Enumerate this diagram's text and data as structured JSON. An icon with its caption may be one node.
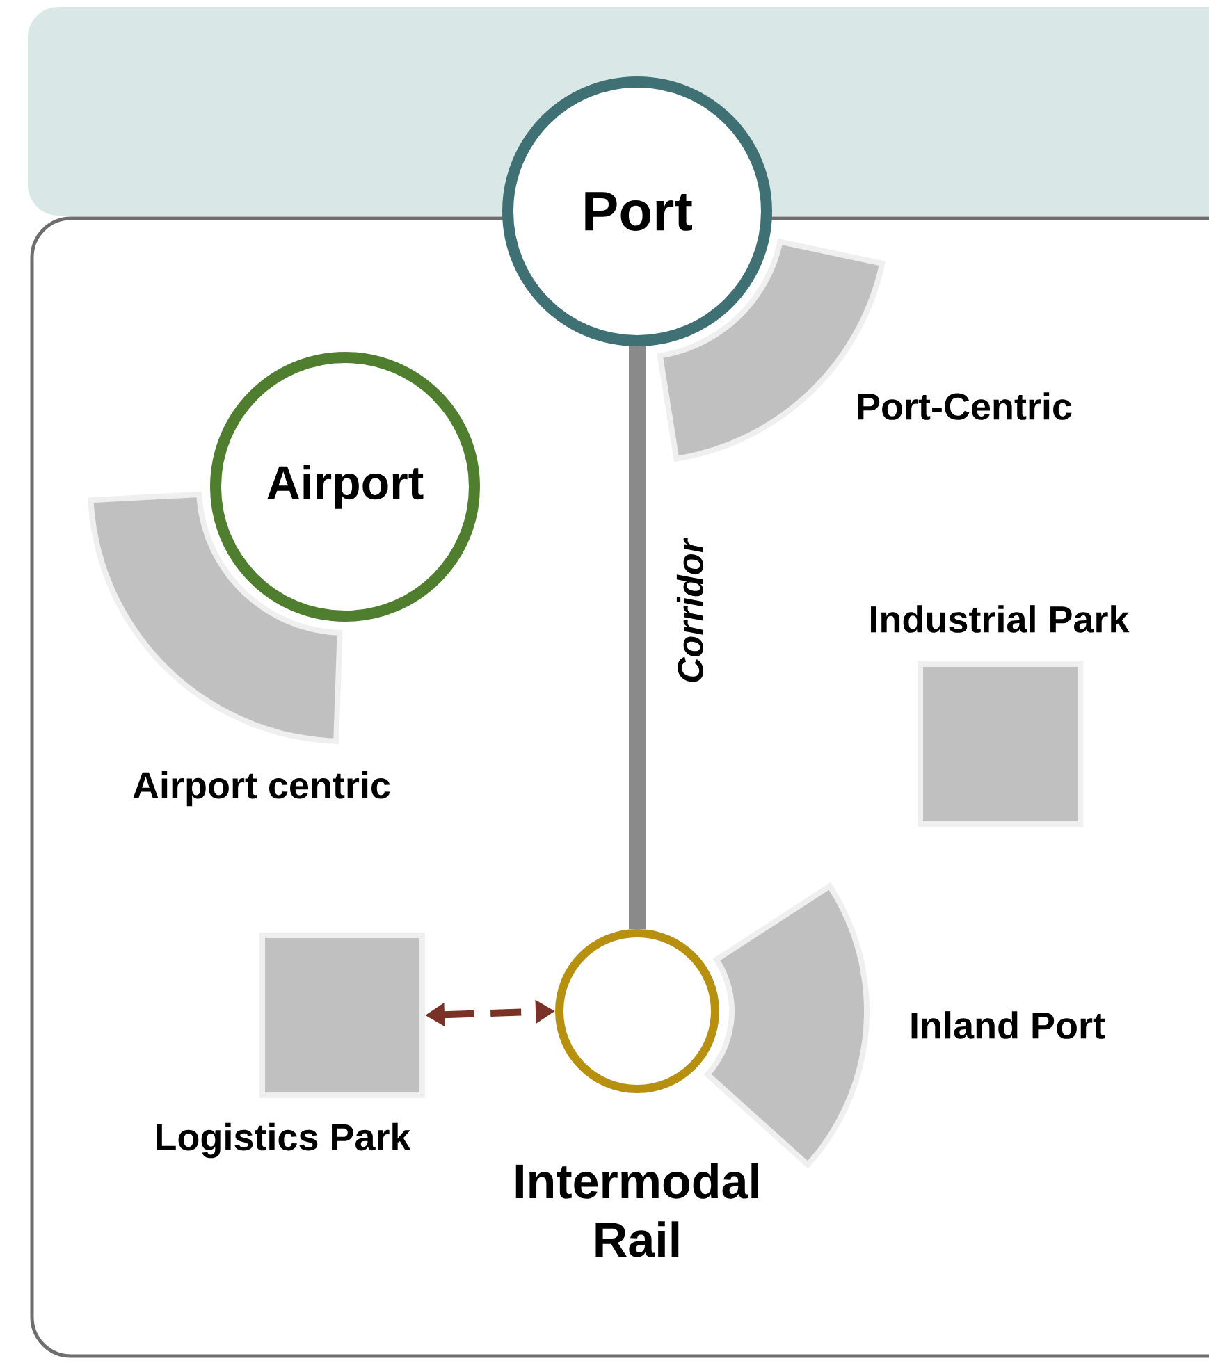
{
  "diagram": {
    "nodes": [
      {
        "text": [
          "Port"
        ]
      },
      {
        "text": [
          "Airport"
        ]
      },
      {
        "text": [
          "Intermodal Rail"
        ]
      },
      {
        "text": [
          "Port-Centric"
        ]
      },
      {
        "text": [
          "Airport centric"
        ]
      },
      {
        "text": [
          "Industrial Park"
        ]
      },
      {
        "text": [
          "Logistics Park"
        ]
      },
      {
        "text": [
          "Inland Port"
        ]
      }
    ],
    "edges": [
      {
        "from": 0,
        "to": 2,
        "arrow": "none",
        "label": "Corridor",
        "style": "thick",
        "color": "#8a8a8a"
      },
      {
        "from": 6,
        "to": 2,
        "arrow": "both",
        "style": "dashed",
        "color": "#7a3127"
      }
    ]
  }
}
